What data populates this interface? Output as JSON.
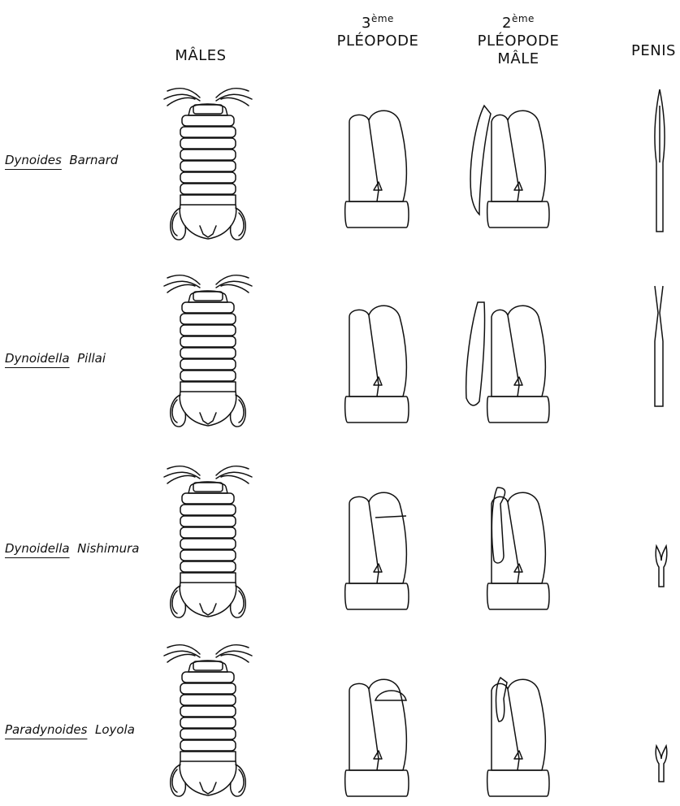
{
  "headers": {
    "males": "MÂLES",
    "pleo3": {
      "num": "3",
      "sup": "ème",
      "name": "PLÉOPODE"
    },
    "pleo2": {
      "num": "2",
      "sup": "ème",
      "name": "PLÉOPODE",
      "name2": "MÂLE"
    },
    "penis": "PENIS"
  },
  "rows": [
    {
      "genus": "Dynoides",
      "author": "Barnard"
    },
    {
      "genus": "Dynoidella",
      "author": "Pillai"
    },
    {
      "genus": "Dynoidella",
      "author": "Nishimura"
    },
    {
      "genus": "Paradynoides",
      "author": "Loyola"
    }
  ]
}
